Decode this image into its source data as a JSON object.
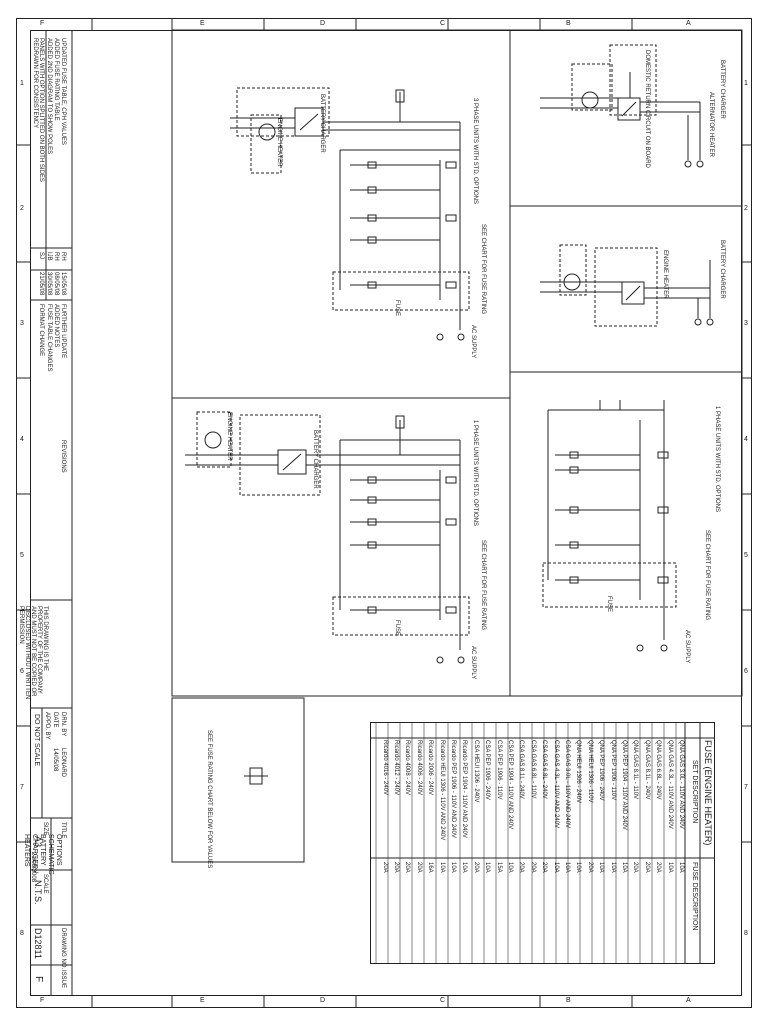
{
  "sheet": {
    "top_letters": [
      "F",
      "E",
      "D",
      "C",
      "B",
      "A"
    ],
    "bottom_letters": [
      "F",
      "E",
      "D",
      "C",
      "B",
      "A"
    ],
    "side_numbers": [
      "1",
      "2",
      "3",
      "4",
      "5",
      "6",
      "7",
      "8"
    ]
  },
  "revision_block": {
    "notes": [
      "PANELS WITH OPTION SPLITTED ON BOTH SIDES",
      "ADDED 2ND DIAGRAM TO SHOW POLES",
      "ADDED FUSE RATING TABLE",
      "UPDATED FUSE TABLE, CPH VALUES",
      "REDRAWN FOR CONSISTENCY"
    ],
    "header": "REVISIONS",
    "changes": [
      {
        "by": "SJ",
        "date": "21/05/08",
        "desc": "FORMAT CHANGE"
      },
      {
        "by": "IJB",
        "date": "30/05/08",
        "desc": "FUSE TABLE CHANGES"
      },
      {
        "by": "RH",
        "date": "08/05/08",
        "desc": "ADDED NOTES"
      },
      {
        "by": "RH",
        "date": "15/05/08",
        "desc": "FURTHER UPDATE"
      }
    ],
    "warning": "THIS DRAWING IS THE PROPERTY OF THE COMPANY AND MUST NOT BE COPIED OR DISCLOSED WITHOUT WRITTEN PERMISSION",
    "do_not_scale": "DO NOT SCALE"
  },
  "title_block": {
    "drawn_by_label": "DRN. BY",
    "drawn_by": "LEONARD",
    "date_label": "DATE",
    "date": "14/05/08",
    "approved_label": "APPD. BY",
    "title_label": "TITLE",
    "title": "OPTIONS SCHEMATIC BATTERY CHARGER / HEATERS",
    "size_label": "SIZE",
    "size": "A3",
    "scale_label": "SCALE",
    "scale": "N.T.S.",
    "dwg_label": "DRAWING NO.",
    "drawing_no": "D12811",
    "sheet_label": "ISSUE",
    "issue": "F",
    "ref": "A3-1",
    "date2": "21/05/2008"
  },
  "schematics": {
    "annotations": [
      "BATTERY CHARGER",
      "ENGINE HEATER",
      "ALTERNATOR HEATER",
      "AC SUPPLY",
      "FUSE",
      "DOMESTIC RETURN CIRCUIT ON BOARD",
      "3 PHASE UNITS WITH STD. OPTIONS",
      "1 PHASE UNITS WITH STD. OPTIONS",
      "SEE CHART FOR FUSE RATING"
    ],
    "legend_note": "SEE FUSE RATING CHART BELOW FOR VALUES"
  },
  "fuse_table": {
    "title": "FUSE (ENGINE HEATER)",
    "col1_header": "SET DESCRIPTION",
    "col2_header": "FUSE DESCRIPTION",
    "rows": [
      {
        "set": "QNA GAS 3.0L - 110V AND 240V",
        "fuse": "10A"
      },
      {
        "set": "QNA GAS 4.3L - 110V AND 240V",
        "fuse": "10A"
      },
      {
        "set": "QNA GAS 6.8L - 240V",
        "fuse": "20A"
      },
      {
        "set": "QNA GAS 8.1L - 240V",
        "fuse": "20A"
      },
      {
        "set": "QNA GAS 8.1L - 110V",
        "fuse": "20A"
      },
      {
        "set": "QNA PEP 1904 - 110V AND 240V",
        "fuse": "10A"
      },
      {
        "set": "QNA PEP 1906 - 110V",
        "fuse": "10A"
      },
      {
        "set": "QNA PEP 1906 - 240V",
        "fuse": "10A"
      },
      {
        "set": "QNA HEUI 1306 - 110V",
        "fuse": "20A"
      },
      {
        "set": "QNA HEUI 1306 - 240V",
        "fuse": "10A"
      },
      {
        "set": "CSA GAS 3.0L - 110V AND 240V",
        "fuse": "10A"
      },
      {
        "set": "CSA GAS 4.3L - 110V AND 240V",
        "fuse": "10A"
      },
      {
        "set": "CSA GAS 6.8L - 240V",
        "fuse": "20A"
      },
      {
        "set": "CSA GAS 6.8L - 110V",
        "fuse": "20A"
      },
      {
        "set": "CSA GAS 8.1L - 240V",
        "fuse": "20A"
      },
      {
        "set": "CSA PEP 1904 - 110V AND 240V",
        "fuse": "10A"
      },
      {
        "set": "CSA PEP 1906 - 110V",
        "fuse": "15A"
      },
      {
        "set": "CSA PEP 1906 - 240V",
        "fuse": "10A"
      },
      {
        "set": "CSA HEUI 1306 - 240V",
        "fuse": "20A"
      },
      {
        "set": "Ricardo PEP 1904 - 110V AND 240V",
        "fuse": "10A"
      },
      {
        "set": "Ricardo PEP 1906 - 110V AND 240V",
        "fuse": "10A"
      },
      {
        "set": "Ricardo HEUI 1306 - 110V AND 240V",
        "fuse": "10A"
      },
      {
        "set": "Ricardo 2006 - 240V",
        "fuse": "16A"
      },
      {
        "set": "Ricardo 4006 - 240V",
        "fuse": "20A"
      },
      {
        "set": "Ricardo 4008 - 240V",
        "fuse": "20A"
      },
      {
        "set": "Ricardo 4012 - 240V",
        "fuse": "20A"
      },
      {
        "set": "Ricardo 4016 - 240V",
        "fuse": "20A"
      }
    ]
  },
  "detail_box": {
    "caption": "SEE FUSE RATING CHART BELOW FOR VALUES"
  }
}
